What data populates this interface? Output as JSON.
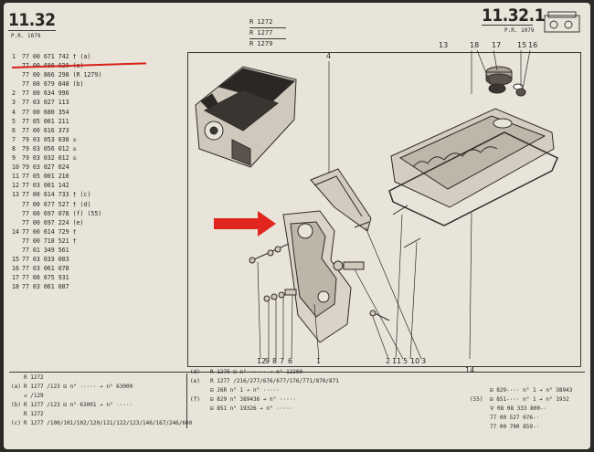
{
  "header": {
    "page_number_left": "11.32",
    "pr_left": "P.R. 1079",
    "models": [
      "R 1272",
      "R 1277",
      "R 1279"
    ],
    "page_number_right": "11.32.1",
    "pr_right": "P.R. 1079"
  },
  "parts": [
    {
      "ref": "1",
      "no": "77 00 671 742",
      "note": "† (a)"
    },
    {
      "ref": "",
      "no": "77 00 686 020",
      "note": "(a)"
    },
    {
      "ref": "",
      "no": "77 00 866 298",
      "note": "(R 1279)"
    },
    {
      "ref": "",
      "no": "77 00 679 848",
      "note": "(b)"
    },
    {
      "ref": "2",
      "no": "77 00 634 996",
      "note": ""
    },
    {
      "ref": "3",
      "no": "77 03 027 113",
      "note": ""
    },
    {
      "ref": "4",
      "no": "77 00 680 354",
      "note": ""
    },
    {
      "ref": "5",
      "no": "77 05 001 211",
      "note": ""
    },
    {
      "ref": "6",
      "no": "77 00 616 373",
      "note": ""
    },
    {
      "ref": "7",
      "no": "79 03 053 038",
      "note": "☒"
    },
    {
      "ref": "8",
      "no": "79 03 056 012",
      "note": "☒"
    },
    {
      "ref": "9",
      "no": "79 03 032 012",
      "note": "☒"
    },
    {
      "ref": "10",
      "no": "79 03 027 024",
      "note": ""
    },
    {
      "ref": "11",
      "no": "77 05 001 210",
      "note": ""
    },
    {
      "ref": "12",
      "no": "77 03 001 142",
      "note": ""
    },
    {
      "ref": "13",
      "no": "77 00 614 733",
      "note": "† (c)"
    },
    {
      "ref": "",
      "no": "77 00 677 527",
      "note": "† (d)"
    },
    {
      "ref": "",
      "no": "77 00 697 078",
      "note": "(f) (55)"
    },
    {
      "ref": "",
      "no": "77 00 697 224",
      "note": "(e)"
    },
    {
      "ref": "14",
      "no": "77 00 614 729",
      "note": "†"
    },
    {
      "ref": "",
      "no": "77 00 718 521",
      "note": "†"
    },
    {
      "ref": "",
      "no": "77 01 349 561",
      "note": ""
    },
    {
      "ref": "15",
      "no": "77 03 033 003",
      "note": ""
    },
    {
      "ref": "16",
      "no": "77 03 061 078",
      "note": ""
    },
    {
      "ref": "17",
      "no": "77 00 675 931",
      "note": ""
    },
    {
      "ref": "18",
      "no": "77 03 061 087",
      "note": ""
    }
  ],
  "callouts": {
    "top": [
      "13",
      "18",
      "17",
      "15",
      "16"
    ],
    "mid": [
      "4"
    ],
    "bottom_left": [
      "12",
      "9",
      "8",
      "7",
      "6"
    ],
    "bottom_one": "1",
    "bottom_mid": [
      "2",
      "11",
      "5",
      "10",
      "3"
    ],
    "bottom_right": "14"
  },
  "footer_left": [
    {
      "tag": "",
      "model": "R 1272",
      "text": ""
    },
    {
      "tag": "(a)",
      "model": "R 1277",
      "text": "/123 ⊟ n° ····· ➔ n° 63000"
    },
    {
      "tag": "",
      "model": "",
      "text": "☒ /129"
    },
    {
      "tag": "(b)",
      "model": "R 1277",
      "text": "/123 ⊟ n° 63001 ➔ n° ·····"
    },
    {
      "tag": "",
      "model": "R 1272",
      "text": ""
    },
    {
      "tag": "(c)",
      "model": "R 1277",
      "text": "/100/101/102/120/121/122/123/146/167/246/600"
    }
  ],
  "footer_mid": [
    {
      "tag": "(d)",
      "text": "R 1279 ⊟ n° ····· ➔ n° 12200"
    },
    {
      "tag": "(e)",
      "text": "R 1277 /216/277/676/677/176/771/870/871"
    },
    {
      "tag": "",
      "text": "⊟ J6R n° 1 ➔ n° ·····"
    },
    {
      "tag": "(f)",
      "text": "⊟ 829 n° 389436 ➔ n° ·····"
    },
    {
      "tag": "",
      "text": "⊟ 851 n° 19326 ➔ n° ·····"
    }
  ],
  "footer_right": [
    {
      "tag": "",
      "text": "⊟ 829-··· n° 1 ➔ n° 38943"
    },
    {
      "tag": "(55)",
      "text": "⊟ 851-··· n° 1 ➔ n° 1932"
    },
    {
      "tag": "",
      "text": "⚲ 08 08 333 800-·"
    },
    {
      "tag": "",
      "text": "77 00 527 076-·"
    },
    {
      "tag": "",
      "text": "77 00 700 859-·"
    }
  ],
  "colors": {
    "paper": "#e9e4da",
    "ink": "#2a2623",
    "highlight_underline": "#d8211c",
    "arrow": "#e0261e"
  }
}
